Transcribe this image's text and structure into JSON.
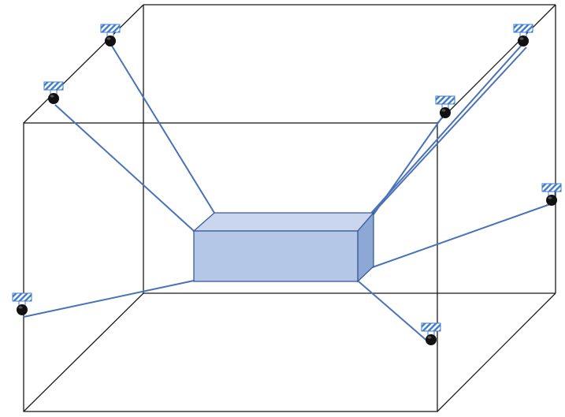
{
  "colors": {
    "background": "#ffffff",
    "frame": "#1a1a1a",
    "cable": "#4a72b8",
    "box_front": "#b4c7e7",
    "box_top": "#c9d6ee",
    "box_side": "#8ea8d6",
    "box_edge": "#3a5a9a",
    "winch_stripe": "#3e7bd1",
    "winch_motor": "#111111"
  },
  "icons": {
    "winch": "pulley-winch-icon",
    "payload": "rectangular-box-icon"
  },
  "winches": [
    {
      "id": "top-back-left"
    },
    {
      "id": "top-front-left"
    },
    {
      "id": "top-back-right"
    },
    {
      "id": "top-front-right"
    },
    {
      "id": "bottom-back-right"
    },
    {
      "id": "bottom-front-left"
    },
    {
      "id": "bottom-front-right"
    }
  ]
}
